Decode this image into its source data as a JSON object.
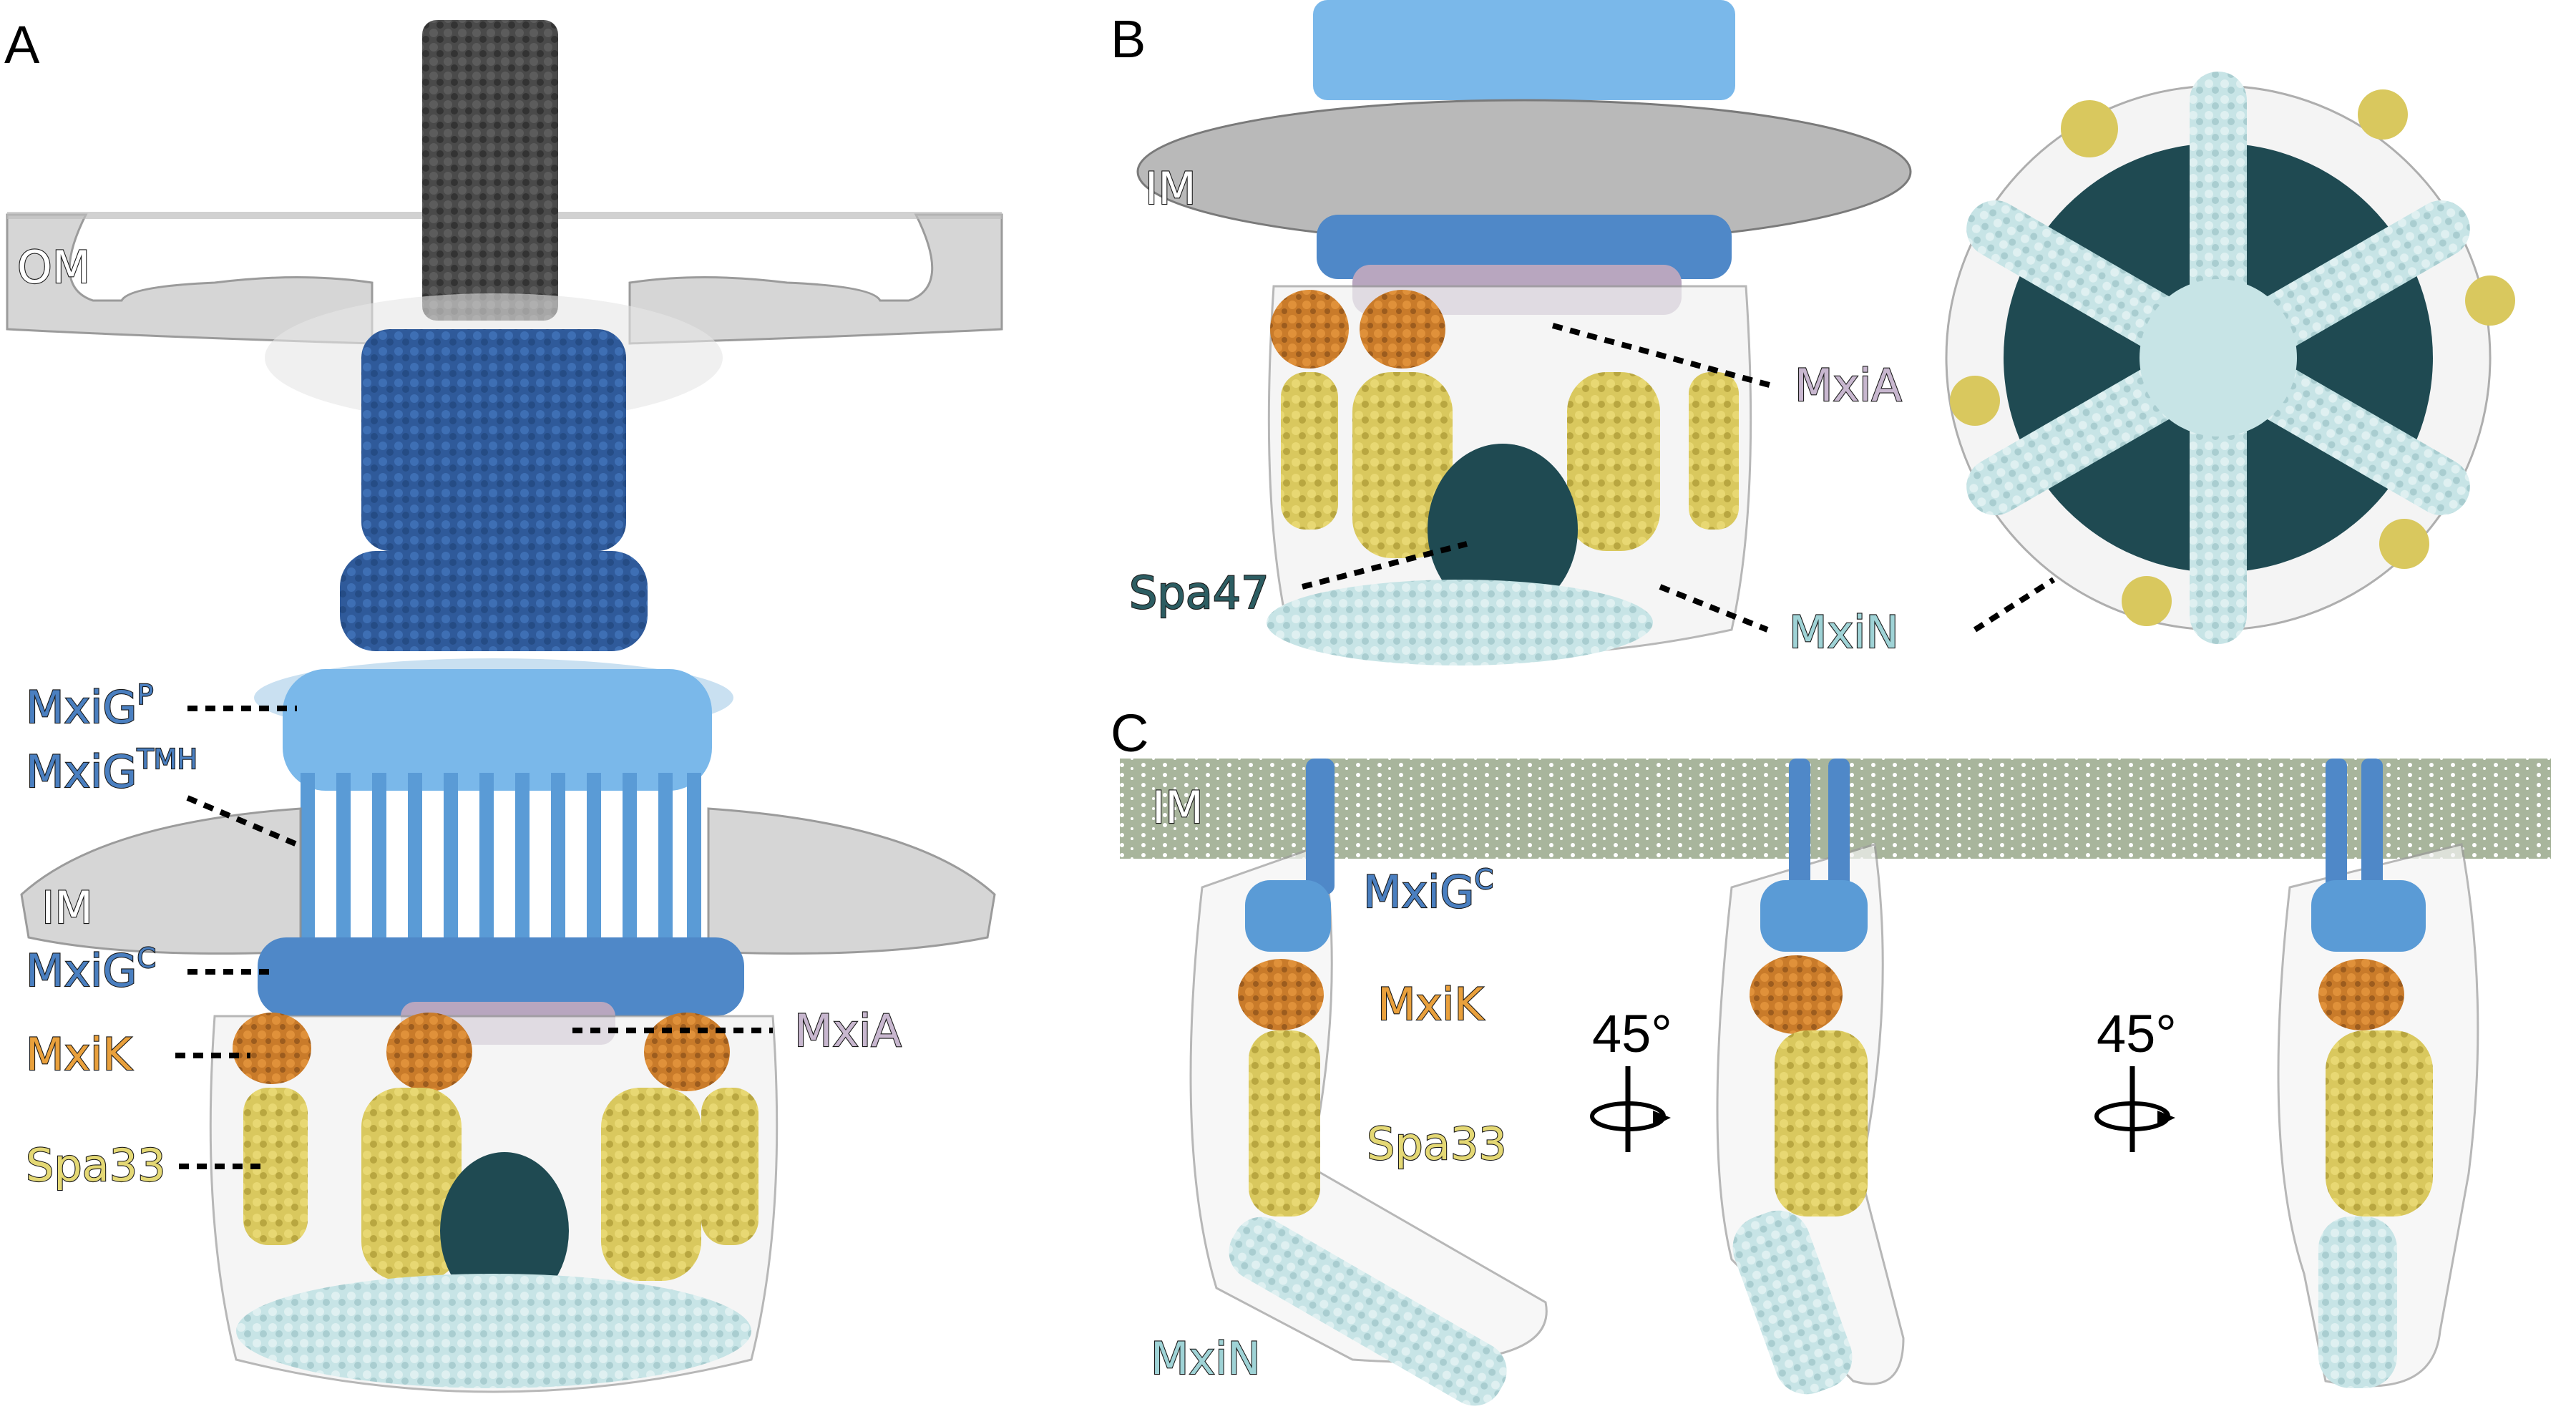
{
  "panels": {
    "a": "A",
    "b": "B",
    "c": "C"
  },
  "membranes": {
    "om": "OM",
    "im": "IM"
  },
  "labels": {
    "mxig_p_base": "MxiG",
    "mxig_p_sup": "P",
    "mxig_tmh_base": "MxiG",
    "mxig_tmh_sup": "TMH",
    "mxig_c_base": "MxiG",
    "mxig_c_sup": "C",
    "mxik": "MxiK",
    "mxia": "MxiA",
    "spa33": "Spa33",
    "spa47": "Spa47",
    "mxin": "MxiN"
  },
  "rotation": {
    "angle1": "45°",
    "angle2": "45°"
  },
  "colors": {
    "needle": "#4a4a4a",
    "outer_ring": "#2f5a9a",
    "mxig": "#7ab8ea",
    "mxig_c": "#4f88c8",
    "mxia": "#b8a6bf",
    "mxik": "#c97b2a",
    "spa33": "#d9c85e",
    "spa47": "#1f4a52",
    "mxin": "#c7e4e6",
    "membrane": "#c8c8c8",
    "im_c": "#a8b59c",
    "label_blue": "#4a7fc0",
    "label_orange": "#e9a03c",
    "label_yellow": "#e4d874",
    "label_mauve": "#c8b7cf",
    "label_teal": "#9fd3d6",
    "label_spa47": "#2c5d62"
  }
}
